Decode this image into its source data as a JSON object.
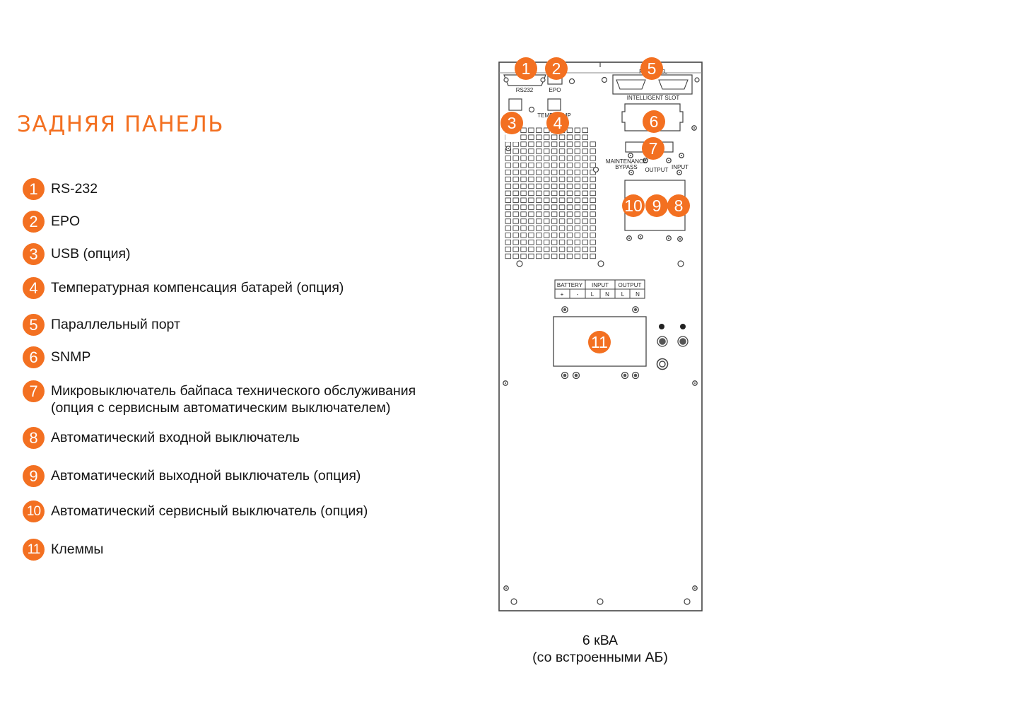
{
  "colors": {
    "accent": "#f37021",
    "outline": "#444444"
  },
  "title": "ЗАДНЯЯ ПАНЕЛЬ",
  "legend": [
    {
      "n": "1",
      "label": "RS-232"
    },
    {
      "n": "2",
      "label": "EPO"
    },
    {
      "n": "3",
      "label": "USB (опция)"
    },
    {
      "n": "4",
      "label": "Температурная компенсация батарей (опция)"
    },
    {
      "n": "5",
      "label": "Параллельный порт"
    },
    {
      "n": "6",
      "label": "SNMP"
    },
    {
      "n": "7",
      "label": "Микровыключатель байпаса технического обслуживания",
      "label2": "(опция с сервисным автоматическим выключателем)"
    },
    {
      "n": "8",
      "label": "Автоматический входной выключатель"
    },
    {
      "n": "9",
      "label": "Автоматический выходной выключатель (опция)"
    },
    {
      "n": "10",
      "label": "Автоматический сервисный выключатель (опция)"
    },
    {
      "n": "11",
      "label": "Клеммы"
    }
  ],
  "panel_labels": {
    "rs232": "RS232",
    "epo": "EPO",
    "parallel": "PARALLEL",
    "intelligent_slot": "INTELLIGENT SLOT",
    "temp_comp": "TEMP.COMP",
    "maintenance": "MAINTENANCE",
    "bypass": "BYPASS",
    "output": "OUTPUT",
    "input": "INPUT",
    "terminal_headers": [
      "BATTERY",
      "INPUT",
      "OUTPUT"
    ],
    "terminal_signs": [
      "+",
      "-",
      "L",
      "N",
      "L",
      "N"
    ]
  },
  "caption": {
    "line1": "6 кВА",
    "line2": "(со встроенными АБ)"
  }
}
